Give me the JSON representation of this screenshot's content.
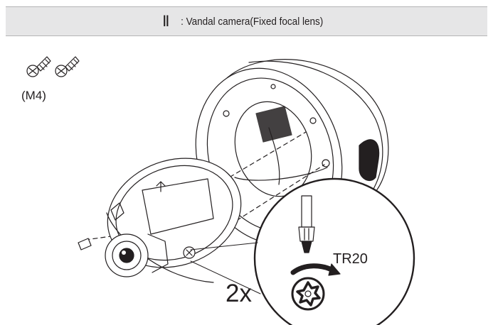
{
  "header": {
    "roman_numeral": "Ⅱ",
    "title": ": Vandal camera(Fixed focal lens)"
  },
  "screws": {
    "label": "(M4)",
    "icon": "screw-icon"
  },
  "callout": {
    "tool_label": "TR20",
    "count_label": "2x",
    "icon": "torx-bit-icon"
  },
  "colors": {
    "header_bg": "#e6e6e7",
    "line": "#231f20"
  }
}
